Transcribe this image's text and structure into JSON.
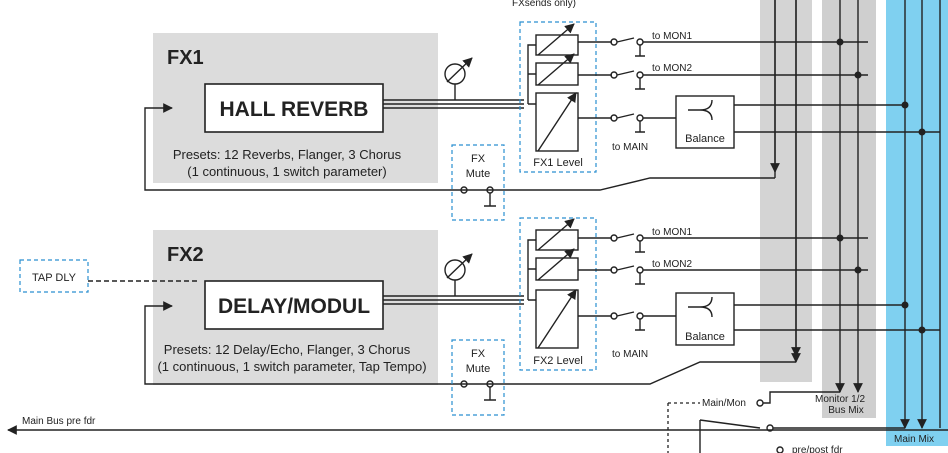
{
  "top_note": "FXsends only)",
  "fx1": {
    "title": "FX1",
    "effect": "HALL REVERB",
    "presets_line1": "Presets: 12 Reverbs, Flanger, 3 Chorus",
    "presets_line2": "(1 continuous, 1 switch parameter)",
    "level_label": "FX1 Level",
    "mute_label_1": "FX",
    "mute_label_2": "Mute",
    "to_mon1": "to MON1",
    "to_mon2": "to MON2",
    "to_main": "to MAIN",
    "balance": "Balance"
  },
  "fx2": {
    "title": "FX2",
    "effect": "DELAY/MODUL",
    "presets_line1": "Presets: 12 Delay/Echo, Flanger, 3 Chorus",
    "presets_line2": "(1 continuous, 1 switch parameter, Tap Tempo)",
    "level_label": "FX2 Level",
    "mute_label_1": "FX",
    "mute_label_2": "Mute",
    "to_mon1": "to MON1",
    "to_mon2": "to MON2",
    "to_main": "to MAIN",
    "balance": "Balance"
  },
  "tap_dly": "TAP DLY",
  "main_bus_pre_fdr": "Main Bus pre fdr",
  "main_mon": "Main/Mon",
  "pre_post_fdr": "pre/post fdr",
  "monitor_bus_line1": "Monitor 1/2",
  "monitor_bus_line2": "Bus Mix",
  "main_mix": "Main Mix",
  "colors": {
    "fx_panel": "#dcdcdc",
    "bus_gray": "#cfcfcf",
    "main_mix_blue": "#7fd0f0",
    "dashed_blue": "#2a8fd0"
  }
}
